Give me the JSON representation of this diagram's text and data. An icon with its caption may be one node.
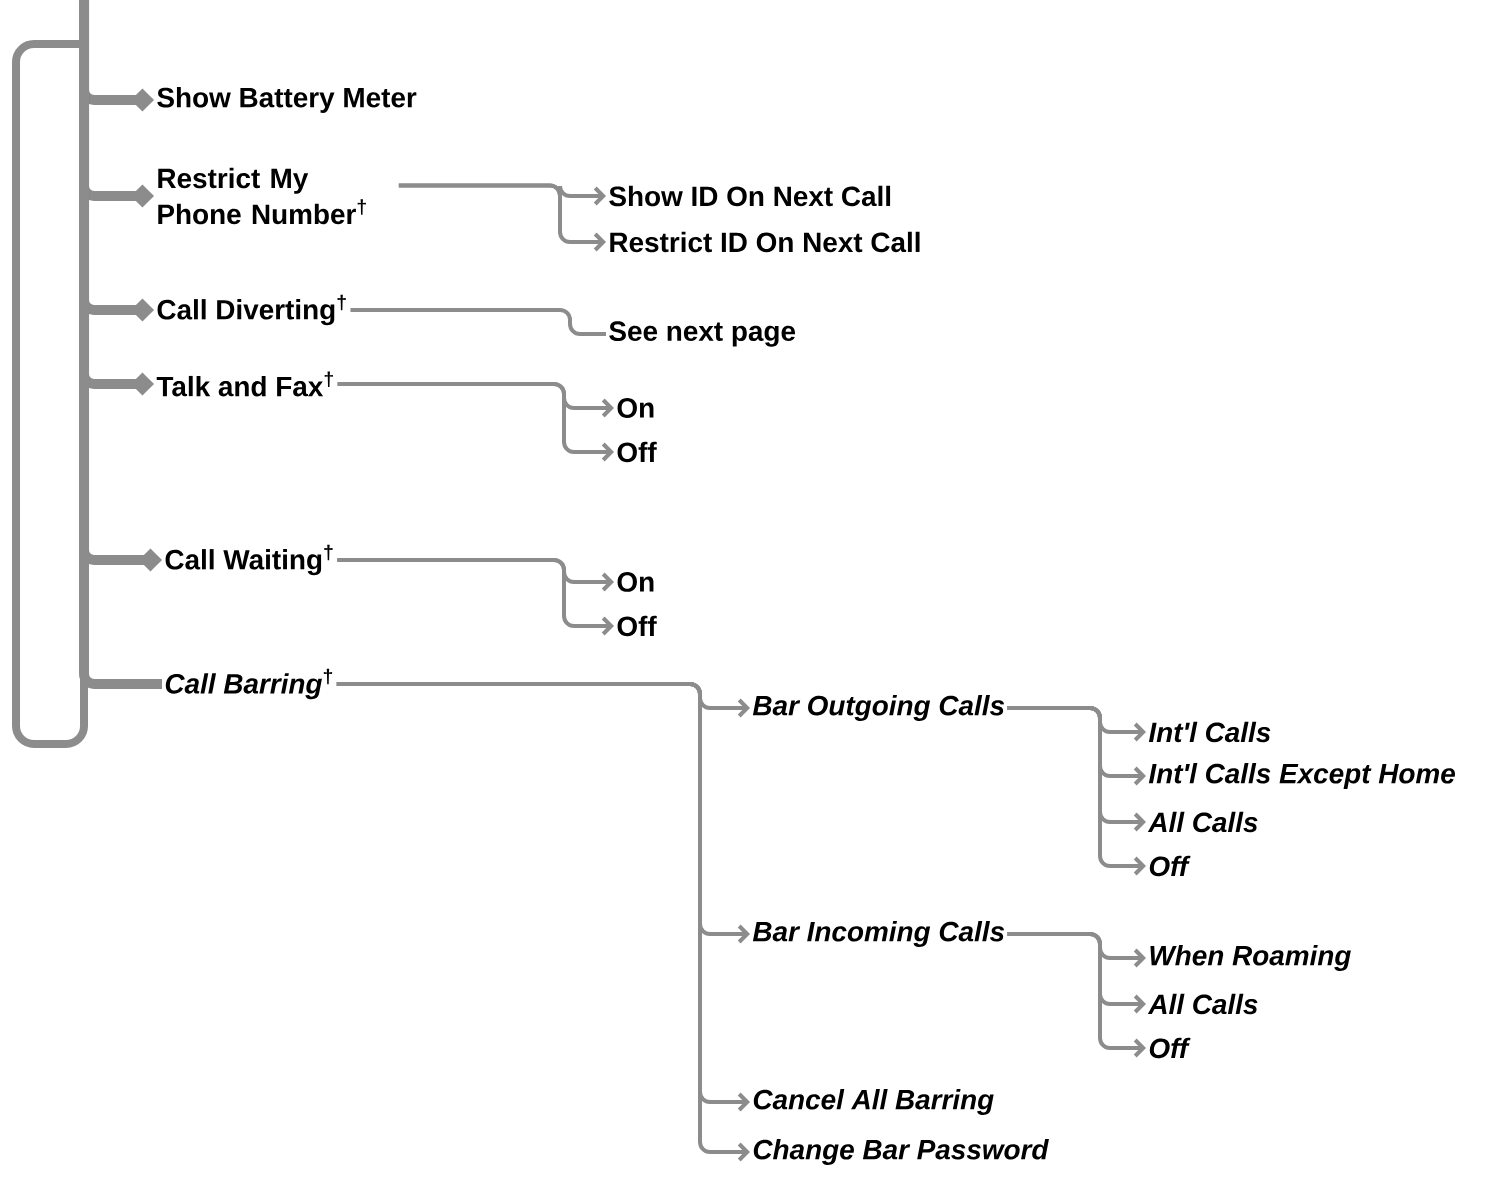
{
  "diagram": {
    "nodes": [
      {
        "text": [
          "Show Battery Meter"
        ]
      },
      {
        "text": [
          "Restrict My Phone Number$^{†}$"
        ]
      },
      {
        "text": [
          "Call Diverting$^{†}$"
        ]
      },
      {
        "text": [
          "Talk and Fax$^{†}$"
        ]
      },
      {
        "text": [
          "Call Waiting$^{†}$"
        ]
      },
      {
        "text": [
          "*Call Barring*$^{†}$"
        ]
      },
      {
        "text": [
          "Show ID On Next Call"
        ]
      },
      {
        "text": [
          "Restrict ID On Next Call"
        ]
      },
      {
        "text": [
          "See next page"
        ]
      },
      {
        "text": [
          "On"
        ]
      },
      {
        "text": [
          "Off"
        ]
      },
      {
        "text": [
          "On"
        ]
      },
      {
        "text": [
          "Off"
        ]
      },
      {
        "text": [
          "Bar Outgoing Calls"
        ]
      },
      {
        "text": [
          "Bar Incoming Calls"
        ]
      },
      {
        "text": [
          "Cancel All Barring"
        ]
      },
      {
        "text": [
          "Change Bar Password"
        ]
      },
      {
        "text": [
          "Int'l Calls"
        ]
      },
      {
        "text": [
          "Int'l Calls Except Home"
        ]
      },
      {
        "text": [
          "All Calls"
        ]
      },
      {
        "text": [
          "Off"
        ]
      },
      {
        "text": [
          "When Roaming"
        ]
      },
      {
        "text": [
          "All Calls"
        ]
      },
      {
        "text": [
          "Off"
        ]
      }
    ],
    "edges": [
      {
        "from": null,
        "to": 0,
        "arrow": "to",
        "style": "thick"
      },
      {
        "from": null,
        "to": 1,
        "arrow": "to",
        "style": "thick"
      },
      {
        "from": null,
        "to": 2,
        "arrow": "to",
        "style": "thick"
      },
      {
        "from": null,
        "to": 3,
        "arrow": "to",
        "style": "thick"
      },
      {
        "from": null,
        "to": 4,
        "arrow": "to",
        "style": "thick"
      },
      {
        "from": null,
        "to": 5,
        "arrow": "none",
        "style": "thick"
      },
      {
        "from": 1,
        "to": 6,
        "arrow": "to"
      },
      {
        "from": 1,
        "to": 7,
        "arrow": "to"
      },
      {
        "from": 2,
        "to": 8,
        "arrow": "none"
      },
      {
        "from": 3,
        "to": 9,
        "arrow": "to"
      },
      {
        "from": 3,
        "to": 10,
        "arrow": "to"
      },
      {
        "from": 4,
        "to": 11,
        "arrow": "to"
      },
      {
        "from": 4,
        "to": 12,
        "arrow": "to"
      },
      {
        "from": 5,
        "to": 13,
        "arrow": "to"
      },
      {
        "from": 5,
        "to": 14,
        "arrow": "to"
      },
      {
        "from": 5,
        "to": 15,
        "arrow": "to"
      },
      {
        "from": 5,
        "to": 16,
        "arrow": "to"
      },
      {
        "from": 13,
        "to": 17,
        "arrow": "to"
      },
      {
        "from": 13,
        "to": 18,
        "arrow": "to"
      },
      {
        "from": 13,
        "to": 19,
        "arrow": "to"
      },
      {
        "from": 13,
        "to": 20,
        "arrow": "to"
      },
      {
        "from": 14,
        "to": 21,
        "arrow": "to"
      },
      {
        "from": 14,
        "to": 22,
        "arrow": "to"
      },
      {
        "from": 14,
        "to": 23,
        "arrow": "to"
      }
    ]
  }
}
